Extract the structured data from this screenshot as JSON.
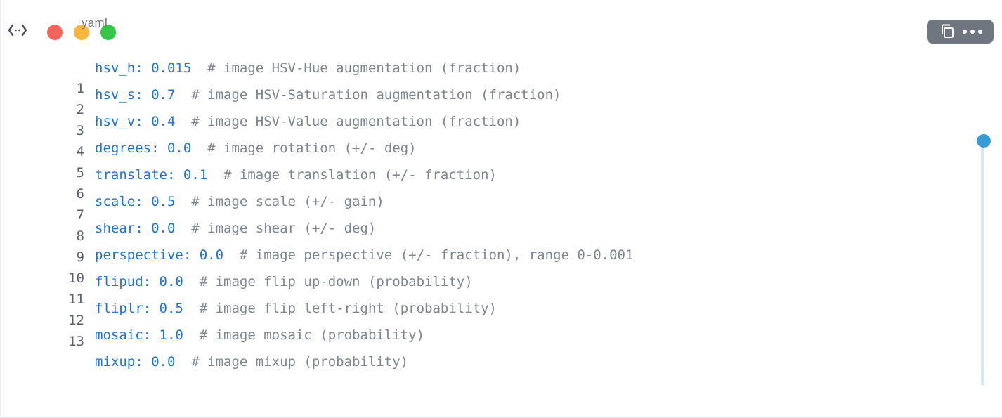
{
  "header": {
    "language_label": "yaml",
    "code_icon": "code-brackets-icon",
    "traffic_lights": [
      {
        "name": "close",
        "color": "#f5635d"
      },
      {
        "name": "minimize",
        "color": "#f9b63e"
      },
      {
        "name": "maximize",
        "color": "#33c648"
      }
    ]
  },
  "toolbar": {
    "copy_icon": "copy-icon",
    "more_icon": "ellipsis-icon"
  },
  "editor": {
    "line_numbers": [
      "1",
      "2",
      "3",
      "4",
      "5",
      "6",
      "7",
      "8",
      "9",
      "10",
      "11",
      "12",
      "13"
    ],
    "lines": [
      {
        "code": "hsv_h: 0.015",
        "comment": "# image HSV-Hue augmentation (fraction)"
      },
      {
        "code": "hsv_s: 0.7",
        "comment": "# image HSV-Saturation augmentation (fraction)"
      },
      {
        "code": "hsv_v: 0.4",
        "comment": "# image HSV-Value augmentation (fraction)"
      },
      {
        "code": "degrees: 0.0",
        "comment": "# image rotation (+/- deg)"
      },
      {
        "code": "translate: 0.1",
        "comment": "# image translation (+/- fraction)"
      },
      {
        "code": "scale: 0.5",
        "comment": "# image scale (+/- gain)"
      },
      {
        "code": "shear: 0.0",
        "comment": "# image shear (+/- deg)"
      },
      {
        "code": "perspective: 0.0",
        "comment": "# image perspective (+/- fraction), range 0-0.001"
      },
      {
        "code": "flipud: 0.0",
        "comment": "# image flip up-down (probability)"
      },
      {
        "code": "fliplr: 0.5",
        "comment": "# image flip left-right (probability)"
      },
      {
        "code": "mosaic: 1.0",
        "comment": "# image mosaic (probability)"
      },
      {
        "code": "mixup: 0.0",
        "comment": "# image mixup (probability)"
      }
    ]
  },
  "scrollbar": {
    "handle_icon": "scroll-handle-dot"
  },
  "colors": {
    "code_key_value": "#2174d4",
    "comment": "#7d868f",
    "line_number": "#5a616b",
    "toolbar_bg": "#70767f",
    "scroll_track": "#d6e9f4",
    "scroll_handle": "#399bd5",
    "border": "#e9edf2",
    "traffic_red": "#f5635d",
    "traffic_yellow": "#f9b63e",
    "traffic_green": "#33c648"
  }
}
